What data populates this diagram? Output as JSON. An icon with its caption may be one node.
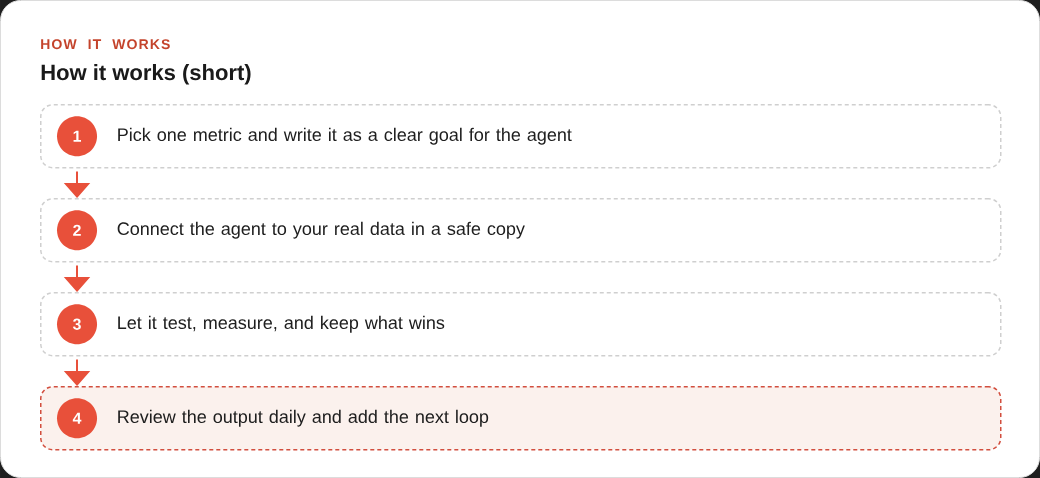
{
  "diagram": {
    "title": "How it works (short)",
    "nodes": [
      {
        "text": [
          "Pick one metric and write it as a clear goal for the agent"
        ]
      },
      {
        "text": [
          "1"
        ],
        "in": 0
      },
      {
        "text": [
          "Connect the agent to your real data in a safe copy"
        ]
      },
      {
        "text": [
          "2"
        ],
        "in": 2
      },
      {
        "text": [
          "Let it test, measure, and keep what wins"
        ]
      },
      {
        "text": [
          "3"
        ],
        "in": 4
      },
      {
        "text": [
          "Review the output daily and add the next loop"
        ]
      },
      {
        "text": [
          "4"
        ],
        "in": 6
      }
    ],
    "edges": [
      {
        "from": 0,
        "to": 2,
        "arrow": "to"
      },
      {
        "from": 2,
        "to": 4,
        "arrow": "to"
      },
      {
        "from": 4,
        "to": 6,
        "arrow": "to"
      }
    ],
    "labels": [
      "HOW IT WORKS"
    ]
  }
}
